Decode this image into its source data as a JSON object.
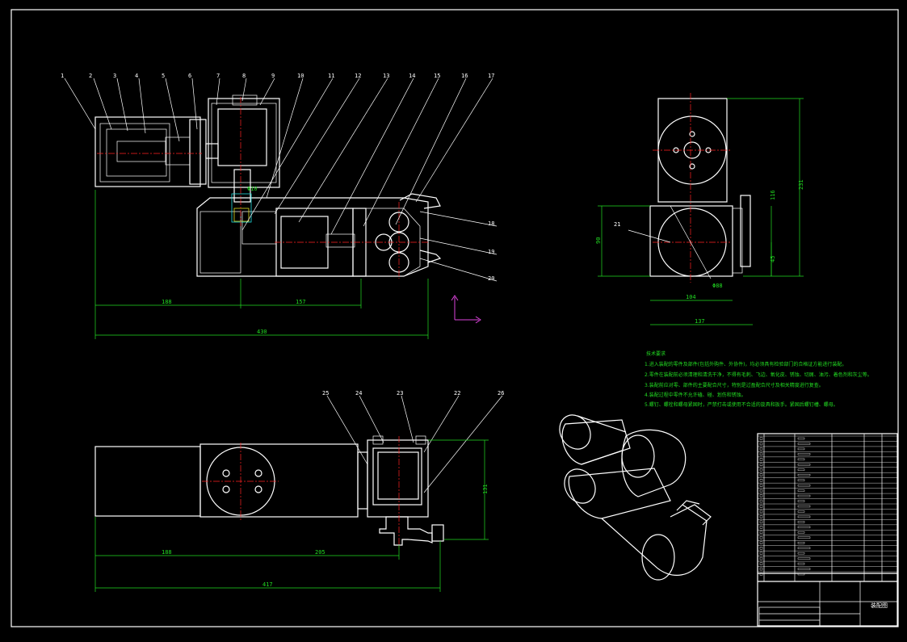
{
  "balloons_main": [
    "1",
    "2",
    "3",
    "4",
    "5",
    "6",
    "7",
    "8",
    "9",
    "10",
    "11",
    "12",
    "13",
    "14",
    "15",
    "16",
    "17"
  ],
  "balloons_right": [
    "18",
    "19",
    "20"
  ],
  "balloon_side": "21",
  "balloons_bottom": [
    "25",
    "24",
    "23",
    "22",
    "26"
  ],
  "dims_main": {
    "d1": "188",
    "d2": "157",
    "d3": "430",
    "d4": "Φ10"
  },
  "dims_side": {
    "h1": "231",
    "h2": "116",
    "h3": "45",
    "w1": "104",
    "w2": "137",
    "v1": "90",
    "dia": "Φ88"
  },
  "dims_bottom": {
    "d1": "188",
    "d2": "205",
    "d3": "417",
    "v1": "131"
  },
  "notes": {
    "title": "技术要求",
    "lines": [
      "1.进入装配的零件及部件(包括外购件、外协件)，均必须具有检验部门的合格证方能进行装配。",
      "2.零件在装配前必须清理和清洗干净，不得有毛刺、飞边、氧化皮、锈蚀、切屑、油污、着色剂和灰尘等。",
      "3.装配前应对零、部件的主要配合尺寸，特别是过盈配合尺寸及相关精度进行复查。",
      "4.装配过程中零件不允许磕、碰、划伤和锈蚀。",
      "5.螺钉、螺栓和螺母紧固时，严禁打击或使用不合适的旋具和扳手。紧固后螺钉槽、螺母。"
    ]
  },
  "title_block": {
    "name": "装配图"
  }
}
